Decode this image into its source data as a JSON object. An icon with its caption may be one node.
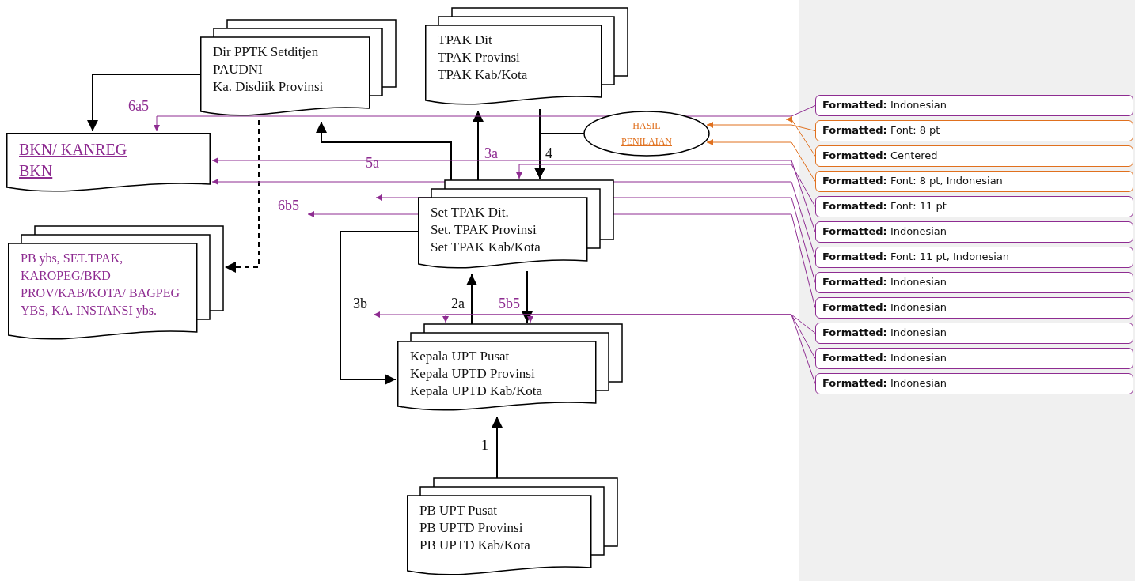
{
  "diagram": {
    "nodes": [
      {
        "text": [
          "Dir PPTK Setditjen",
          "PAUDNI",
          "Ka. Disdiik Provinsi"
        ]
      },
      {
        "text": [
          "TPAK Dit",
          "TPAK Provinsi",
          "TPAK Kab/Kota"
        ]
      },
      {
        "text": [
          "HASIL PENILAIAN"
        ]
      },
      {
        "text": [
          "BKN/ KANREG BKN"
        ]
      },
      {
        "text": [
          "Set TPAK Dit.",
          "Set. TPAK Provinsi",
          "Set TPAK Kab/Kota"
        ]
      },
      {
        "text": [
          "PB ybs, SET.TPAK, KAROPEG/BKD PROV/KAB/KOTA/ BAGPEG YBS, KA. INSTANSI ybs."
        ]
      },
      {
        "text": [
          "Kepala UPT Pusat",
          "Kepala UPTD Provinsi",
          "Kepala UPTD Kab/Kota"
        ]
      },
      {
        "text": [
          "PB UPT Pusat",
          "PB UPTD  Provinsi",
          "PB UPTD Kab/Kota"
        ]
      },
      {
        "text": [
          "**Formatted:** Indonesian"
        ]
      },
      {
        "text": [
          "**Formatted:** Font: 8 pt"
        ]
      },
      {
        "text": [
          "**Formatted:** Centered"
        ]
      },
      {
        "text": [
          "**Formatted:** Font: 8 pt, Indonesian"
        ]
      },
      {
        "text": [
          "**Formatted:** Font: 11 pt"
        ]
      },
      {
        "text": [
          "**Formatted:** Indonesian"
        ]
      },
      {
        "text": [
          "**Formatted:** Font: 11 pt, Indonesian"
        ]
      },
      {
        "text": [
          "**Formatted:** Indonesian"
        ]
      },
      {
        "text": [
          "**Formatted:** Indonesian"
        ]
      },
      {
        "text": [
          "**Formatted:** Indonesian"
        ]
      },
      {
        "text": [
          "**Formatted:** Indonesian"
        ]
      },
      {
        "text": [
          "**Formatted:** Indonesian"
        ]
      }
    ],
    "edges": [
      {
        "from": 7,
        "to": 6,
        "arrow": "to",
        "label": "1"
      },
      {
        "from": 6,
        "to": 4,
        "arrow": "to",
        "label": "2a"
      },
      {
        "from": 4,
        "to": 1,
        "arrow": "to",
        "label": "3a"
      },
      {
        "from": 1,
        "to": 4,
        "arrow": "to",
        "label": "4"
      },
      {
        "from": 2,
        "to": 4,
        "arrow": "to"
      },
      {
        "from": 4,
        "to": 0,
        "arrow": "to",
        "label": "5a"
      },
      {
        "from": 4,
        "to": 6,
        "arrow": "to",
        "label": "5b5"
      },
      {
        "from": 4,
        "to": 6,
        "arrow": "to",
        "label": "3b"
      },
      {
        "from": 0,
        "to": 3,
        "arrow": "to",
        "label": "6a5"
      },
      {
        "from": 0,
        "to": 5,
        "arrow": "to",
        "label": "6b5",
        "style": "dashed"
      },
      {
        "from": 8,
        "to": 3,
        "arrow": "to",
        "color": "#8e2c91"
      },
      {
        "from": 9,
        "to": 2,
        "arrow": "to",
        "color": "#e0701e"
      },
      {
        "from": 10,
        "to": null,
        "arrow": "to",
        "color": "#e0701e"
      },
      {
        "from": 11,
        "to": 2,
        "arrow": "to",
        "color": "#e0701e"
      },
      {
        "from": 12,
        "to": 4,
        "arrow": "to",
        "color": "#8e2c91"
      },
      {
        "from": 13,
        "to": 3,
        "arrow": "to",
        "color": "#8e2c91"
      },
      {
        "from": 14,
        "to": 3,
        "arrow": "to",
        "color": "#8e2c91"
      },
      {
        "from": 15,
        "to": null,
        "arrow": "to",
        "color": "#8e2c91"
      },
      {
        "from": 16,
        "to": null,
        "arrow": "to",
        "color": "#8e2c91"
      },
      {
        "from": 17,
        "to": null,
        "arrow": "to",
        "color": "#8e2c91"
      },
      {
        "from": 18,
        "to": 6,
        "arrow": "to",
        "color": "#8e2c91"
      },
      {
        "from": 19,
        "to": 6,
        "arrow": "to",
        "color": "#8e2c91"
      }
    ]
  }
}
